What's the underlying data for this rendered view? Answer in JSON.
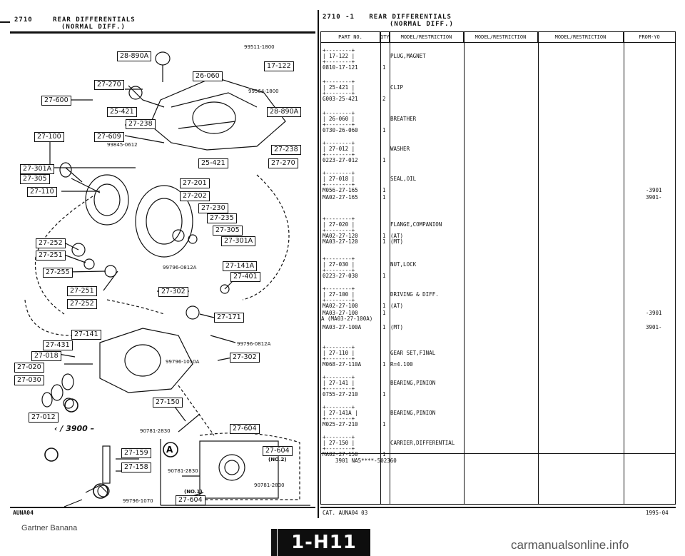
{
  "left_header": {
    "code": "2710",
    "title_line1": "REAR DIFFERENTIALS",
    "title_line2": "(NORMAL DIFF.)"
  },
  "right_header": {
    "code": "2710  -1",
    "title_line1": "REAR DIFFERENTIALS",
    "title_line2": "(NORMAL DIFF.)"
  },
  "diagram": {
    "callouts": [
      "28-890A",
      "17-122",
      "26-060",
      "27-270",
      "27-600",
      "25-421",
      "27-238",
      "28-890A",
      "27-100",
      "27-609",
      "27-238",
      "25-421",
      "27-270",
      "27-301A",
      "27-305",
      "27-201",
      "27-110",
      "27-202",
      "27-230",
      "27-235",
      "27-305",
      "27-301A",
      "27-252",
      "27-251",
      "27-255",
      "27-141A",
      "27-401",
      "27-251",
      "27-302",
      "27-252",
      "27-171",
      "27-141",
      "27-431",
      "27-018",
      "27-020",
      "27-030",
      "27-302",
      "27-150",
      "27-012",
      "27-604",
      "27-159",
      "27-158",
      "27-604",
      "(NO.2)",
      "(NO.1)",
      "27-604"
    ],
    "part_texts": [
      "99511-1800",
      "99564-1800",
      "99845-0612",
      "99796-0812A",
      "99796-0812A",
      "99796-1050A",
      "90781-2830",
      "90781-2830",
      "90781-2830",
      "99796-1070"
    ],
    "serial_text": "3900",
    "circle_letter": "A"
  },
  "table": {
    "columns": [
      "PART NO.",
      "QTY",
      "MODEL/RESTRICTION",
      "MODEL/RESTRICTION",
      "MODEL/RESTRICTION",
      "FROM-YO"
    ],
    "entries": [
      {
        "group": "17-122",
        "part": "0810-17-121",
        "qty": "1",
        "desc": "PLUG,MAGNET",
        "from": ""
      },
      {
        "group": "25-421",
        "part": "G003-25-421",
        "qty": "2",
        "desc": "CLIP",
        "from": ""
      },
      {
        "group": "26-060",
        "part": "0730-26-060",
        "qty": "1",
        "desc": "BREATHER",
        "from": ""
      },
      {
        "group": "27-012",
        "part": "0223-27-012",
        "qty": "1",
        "desc": "WASHER",
        "from": ""
      },
      {
        "group": "27-018",
        "part": "M056-27-165",
        "qty": "1",
        "desc": "SEAL,OIL",
        "from": "-3901"
      },
      {
        "group": "",
        "part": "MA02-27-165",
        "qty": "1",
        "desc": "",
        "from": "3901-"
      },
      {
        "group": "27-020",
        "part": "MA02-27-120",
        "qty": "1",
        "desc": "FLANGE,COMPANION",
        "desc2": "(AT)",
        "from": ""
      },
      {
        "group": "",
        "part": "MA03-27-120",
        "qty": "1",
        "desc": "(MT)",
        "from": ""
      },
      {
        "group": "27-030",
        "part": "0223-27-030",
        "qty": "1",
        "desc": "NUT,LOCK",
        "from": ""
      },
      {
        "group": "27-100",
        "part": "MA02-27-100",
        "qty": "1",
        "desc": "DRIVING & DIFF.",
        "desc2": "(AT)",
        "from": ""
      },
      {
        "group": "",
        "part": "MA03-27-100",
        "part2": "A (MA03-27-100A)",
        "qty": "1",
        "desc": "",
        "from": "-3901"
      },
      {
        "group": "",
        "part": "MA03-27-100A",
        "qty": "1",
        "desc": "(MT)",
        "from": "3901-"
      },
      {
        "group": "27-110",
        "part": "M068-27-110A",
        "qty": "1",
        "desc": "GEAR SET,FINAL",
        "desc2": "R=4.100",
        "from": ""
      },
      {
        "group": "27-141",
        "part": "0755-27-210",
        "qty": "1",
        "desc": "BEARING,PINION",
        "from": ""
      },
      {
        "group": "27-141A",
        "part": "M025-27-210",
        "qty": "1",
        "desc": "BEARING,PINION",
        "from": ""
      },
      {
        "group": "27-150",
        "part": "MA02-27-150",
        "qty": "1",
        "desc": "CARRIER,DIFFERENTIAL",
        "from": ""
      }
    ],
    "footnote": "3901 NA5****-502360"
  },
  "footer": {
    "left_code": "AUNA04",
    "cat": "CAT.  AUNA04 03",
    "date": "1995-04",
    "page_badge": "1-H11",
    "watermark_left": "Gartner Banana",
    "watermark_right": "carmanualsonline.info"
  }
}
